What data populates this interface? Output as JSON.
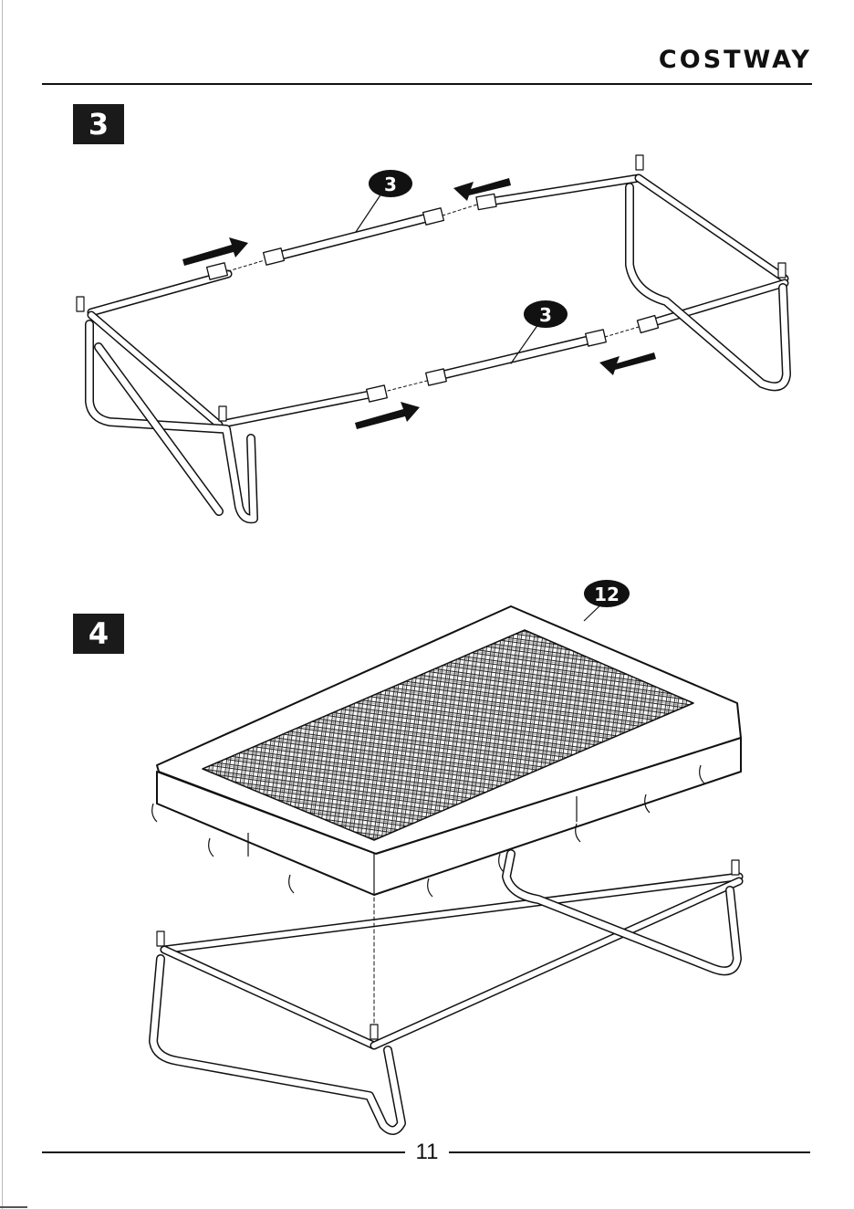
{
  "header": {
    "brand": "COSTWAY"
  },
  "steps": [
    {
      "number": "3",
      "callouts": [
        "3",
        "3"
      ]
    },
    {
      "number": "4",
      "callouts": [
        "12"
      ]
    }
  ],
  "footer": {
    "page_number": "11"
  },
  "colors": {
    "ink": "#111111",
    "step_box": "#1a1a1a",
    "paper": "#ffffff"
  }
}
